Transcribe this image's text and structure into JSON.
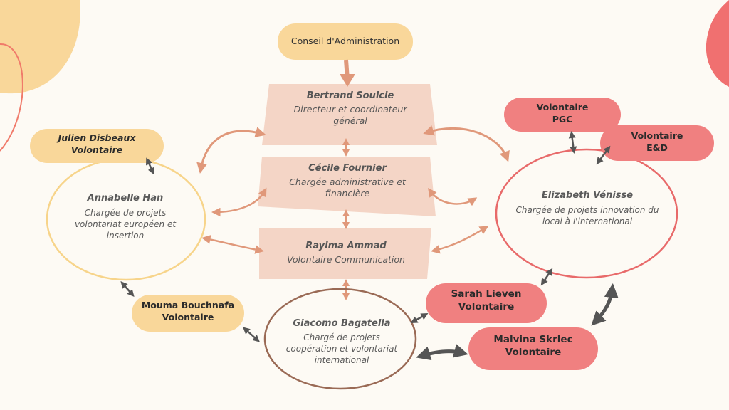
{
  "board": "Conseil d'Administration",
  "director": {
    "name": "Bertrand Soulcie",
    "role": "Directeur et coordinateur général"
  },
  "admin": {
    "name": "Cécile Fournier",
    "role": "Chargée administrative et financière"
  },
  "communication": {
    "name": "Rayima Ammad",
    "role": "Volontaire Communication"
  },
  "annabelle": {
    "name": "Annabelle Han",
    "role": "Chargée de projets volontariat européen et insertion"
  },
  "julien": {
    "name": "Julien Disbeaux",
    "role": "Volontaire"
  },
  "mouma": {
    "name": "Mouma Bouchnafa",
    "role": "Volontaire"
  },
  "giacomo": {
    "name": "Giacomo Bagatella",
    "role": "Chargé de projets coopération et volontariat international"
  },
  "elizabeth": {
    "name": "Elizabeth Vénisse",
    "role": "Chargée de projets innovation du local à l'international"
  },
  "pgc": {
    "line1": "Volontaire",
    "line2": "PGC"
  },
  "ed": {
    "line1": "Volontaire",
    "line2": "E&D"
  },
  "sarah": {
    "name": "Sarah Lieven",
    "role": "Volontaire"
  },
  "malvina": {
    "name": "Malvina Skrlec",
    "role": "Volontaire"
  },
  "colors": {
    "orange": "#f9d79a",
    "peach": "#f4d5c6",
    "red": "#f08080",
    "arrow": "#e0987a",
    "dark": "#555555",
    "brown": "#9a6a55"
  }
}
